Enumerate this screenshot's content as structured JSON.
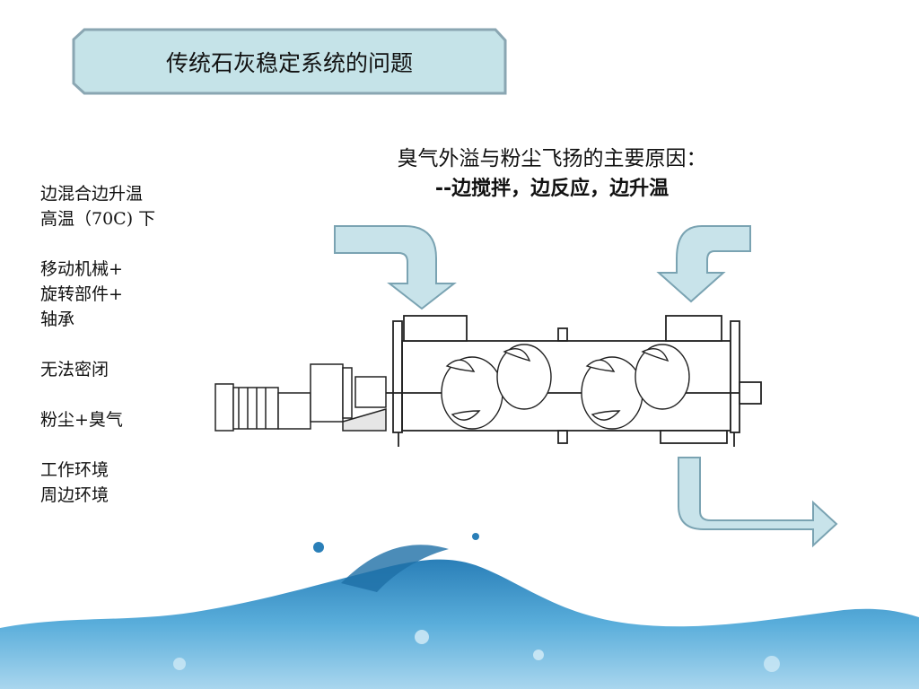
{
  "title": "传统石灰稳定系统的问题",
  "cause": {
    "line1": "臭气外溢与粉尘飞扬的主要原因：",
    "line2": "--边搅拌，边反应，边升温"
  },
  "left_list": {
    "groups": [
      [
        "边混合边升温",
        "高温（70C) 下"
      ],
      [
        "移动机械+",
        "旋转部件+",
        "轴承"
      ],
      [
        "无法密闭"
      ],
      [
        "粉尘+臭气"
      ],
      [
        "工作环境",
        "周边环境"
      ]
    ]
  },
  "colors": {
    "title_fill": "#c5e3e8",
    "title_border": "#8aa6b2",
    "arrow_fill": "#c8e3ea",
    "arrow_border": "#7aa3b2",
    "water": "#3a8fc4"
  },
  "icons": [
    "arrow-down-icon",
    "arrow-down-icon",
    "arrow-right-icon"
  ]
}
